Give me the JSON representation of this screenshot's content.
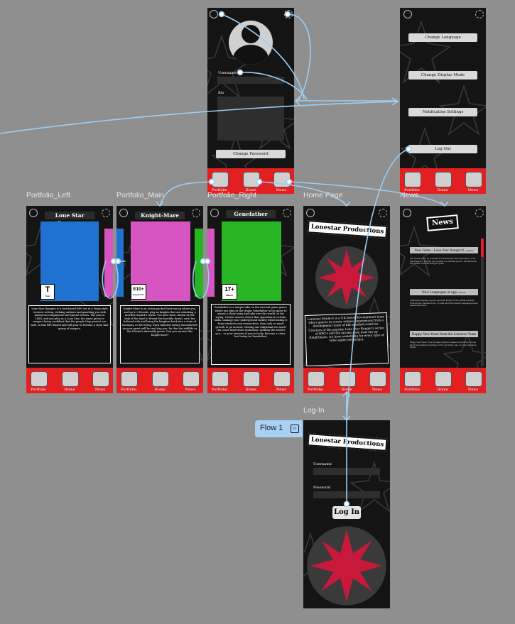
{
  "frames": {
    "portfolio_left": "Portfolio_Left",
    "portfolio_main": "Portfolio_Main",
    "portfolio_right": "Portfolio_Right",
    "home_page": "Home Page",
    "news": "News",
    "log_in": "Log-In"
  },
  "nav": {
    "portfolio": "Portfolio",
    "home": "Home",
    "news": "News"
  },
  "profile": {
    "username_label": "Username",
    "bio_label": "Bio",
    "change_password": "Change Password"
  },
  "settings": {
    "change_language": "Change Language",
    "change_display_mode": "Change Display Mode",
    "notification_settings": "Notification Settings",
    "log_out": "Log Out"
  },
  "games": [
    {
      "title": "Lone Star Rangers",
      "rating": "T",
      "rating_sub": "Teen",
      "color": "#2072d0",
      "desc": "Lone Star Rangers is a turn-based RPG set in a Texas-style western setting, striking outlaws and guarding you with humorous companions and special scenes. The year is 18XX, and you play as a Lone Star, the name given to rangers being confident that the people they protect are safe. In this RPG based and sell gear to become a close knit group of rangers."
    },
    {
      "title": "Knight-Mare",
      "rating": "E10+",
      "rating_sub": "Everyone 10+",
      "color": "#d655c0",
      "desc": "Knight-Mare is an action packed beat-em-up where you, and up to 3 friends, play as knights that are attacking a horrible wizard's castle. You have been chosen by the lady of the land to thwart the horrible threat, save her beloved wife and bring the kingdom back into a state of harmony, or die trying. Each talented enemy encountered on your quest will be real slap you, be that the wildlife as the Wizard's dastardly goons. Can you survive this Knight-mare?"
    },
    {
      "title": "Genefather",
      "rating": "17+",
      "rating_sub": "Mature",
      "color": "#27b524",
      "desc": "Genefather is a unique take on the survival game genre, where you play as the titular Genefather in his quest to amass a clone army and take over the world, or die trying. Create various clones that specialise in certain tasks, manage your underground facility whilst hiding it from intruders and researchers, then only so much growth to go around. Cloning one individual too much can cause mysterious mutations, spelling the end for you... or your enemies if you're lucky. Become a clone-lord today in Genefather!"
    }
  ],
  "home": {
    "title": "Lonestar Productions",
    "desc": "Lonestar Studio's is a UK based development team who's goal is to create unique experiences from a development team of like minded creatives. Creators of the popular Lone Star Ranger's series of RPG's and the arcade style beat-em-up Knightmare, we have something for every type of video game enthusiast."
  },
  "news": {
    "title": "News",
    "items": [
      {
        "headline": "New Game - Lone Star Ranger's!",
        "date": "12/08/22",
        "body": "The newest game by Lonestar Productions has been announced, Lone Star Ranger's! Explore new regions of a frontier given to the Wild-west and defeat Lone Star Rangers quest."
      },
      {
        "headline": "New Languages in app",
        "date": "12/08/22",
        "body": "Additional language support has been added for the official Lonestar Productions companion app. To read about the specific languages added please read more."
      },
      {
        "headline": "Happy New Years from the Lonestar Team",
        "date": "01/01/23",
        "body": "Happy New Years, from the team behind Lonestar productions! To see about new planned roadmap for the upcoming year, you can read more below!"
      }
    ]
  },
  "login": {
    "title": "Lonestar Productions",
    "username_label": "Username",
    "password_label": "Password",
    "button": "Log In"
  },
  "flow": {
    "label": "Flow 1"
  },
  "colors": {
    "accent_red": "#e41f22",
    "wire": "#9fcdf2",
    "flow_badge": "#a9d0f5"
  }
}
